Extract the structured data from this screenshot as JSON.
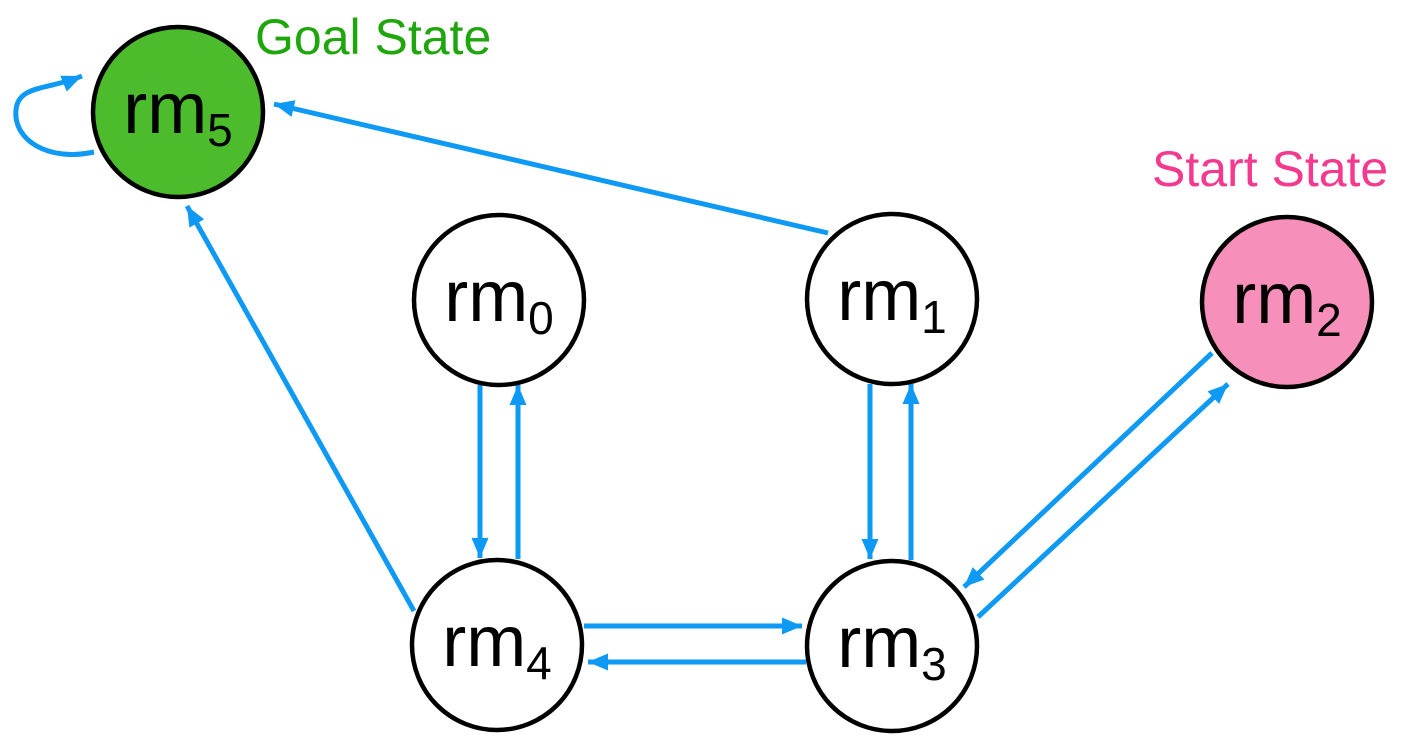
{
  "diagram": {
    "background": "#FFFFFF",
    "colors": {
      "edge": "#0E99F5",
      "node_stroke": "#000000",
      "node_text": "#000000"
    },
    "annotations": {
      "goal": {
        "text": "Goal State",
        "color": "#1FA60D"
      },
      "start": {
        "text": "Start State",
        "color": "#F4398E"
      }
    },
    "nodes": [
      {
        "id": "rm5",
        "label": "rm",
        "subscript": "5",
        "role": "goal-state",
        "fill": "#4CBB2C"
      },
      {
        "id": "rm0",
        "label": "rm",
        "subscript": "0",
        "role": "room",
        "fill": "#FFFFFF"
      },
      {
        "id": "rm1",
        "label": "rm",
        "subscript": "1",
        "role": "room",
        "fill": "#FFFFFF"
      },
      {
        "id": "rm2",
        "label": "rm",
        "subscript": "2",
        "role": "start-state",
        "fill": "#F78FBB"
      },
      {
        "id": "rm4",
        "label": "rm",
        "subscript": "4",
        "role": "room",
        "fill": "#FFFFFF"
      },
      {
        "id": "rm3",
        "label": "rm",
        "subscript": "3",
        "role": "room",
        "fill": "#FFFFFF"
      }
    ],
    "edges": [
      {
        "from": "rm5",
        "to": "rm5",
        "kind": "self-loop"
      },
      {
        "from": "rm1",
        "to": "rm5",
        "kind": "one-way"
      },
      {
        "from": "rm4",
        "to": "rm5",
        "kind": "one-way"
      },
      {
        "from": "rm0",
        "to": "rm4",
        "kind": "pair"
      },
      {
        "from": "rm4",
        "to": "rm0",
        "kind": "pair"
      },
      {
        "from": "rm1",
        "to": "rm3",
        "kind": "pair"
      },
      {
        "from": "rm3",
        "to": "rm1",
        "kind": "pair"
      },
      {
        "from": "rm4",
        "to": "rm3",
        "kind": "pair"
      },
      {
        "from": "rm3",
        "to": "rm4",
        "kind": "pair"
      },
      {
        "from": "rm2",
        "to": "rm3",
        "kind": "pair"
      },
      {
        "from": "rm3",
        "to": "rm2",
        "kind": "pair"
      }
    ]
  }
}
